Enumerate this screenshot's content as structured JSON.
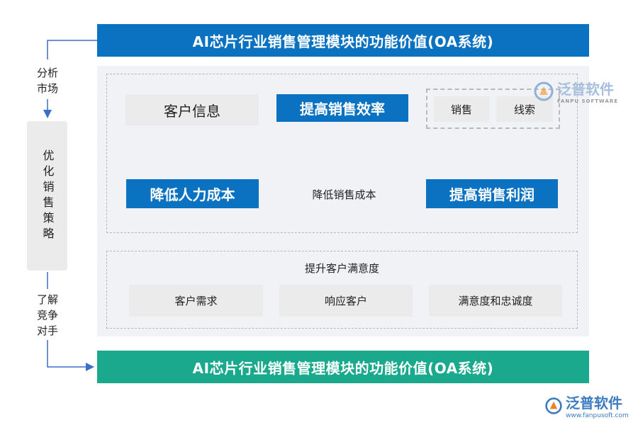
{
  "title_top": "AI芯片行业销售管理模块的功能价值(OA系统)",
  "title_bottom": "AI芯片行业销售管理模块的功能价值(OA系统)",
  "left_flow": {
    "step1": "分析\n市场",
    "middle": "优化销售策略",
    "step2": "了解\n竞争\n对手"
  },
  "upper_section": {
    "customer_info": "客户信息",
    "improve_efficiency": "提高销售效率",
    "sub_items": [
      "销售",
      "线索"
    ],
    "reduce_cost": "降低人力成本",
    "reduce_sales_cost": "降低销售成本",
    "improve_profit": "提高销售利润"
  },
  "lower_section": {
    "title": "提升客户满意度",
    "items": [
      "客户需求",
      "响应客户",
      "满意度和忠诚度"
    ]
  },
  "watermark": {
    "brand": "泛普软件",
    "brand_sub": "FANPU SOFTWARE",
    "url": "www.fanpusoft.com"
  },
  "colors": {
    "blue": "#0a72c1",
    "green": "#1aa98d",
    "panel": "#f1f2f5",
    "box_grey": "#ebebeb"
  }
}
